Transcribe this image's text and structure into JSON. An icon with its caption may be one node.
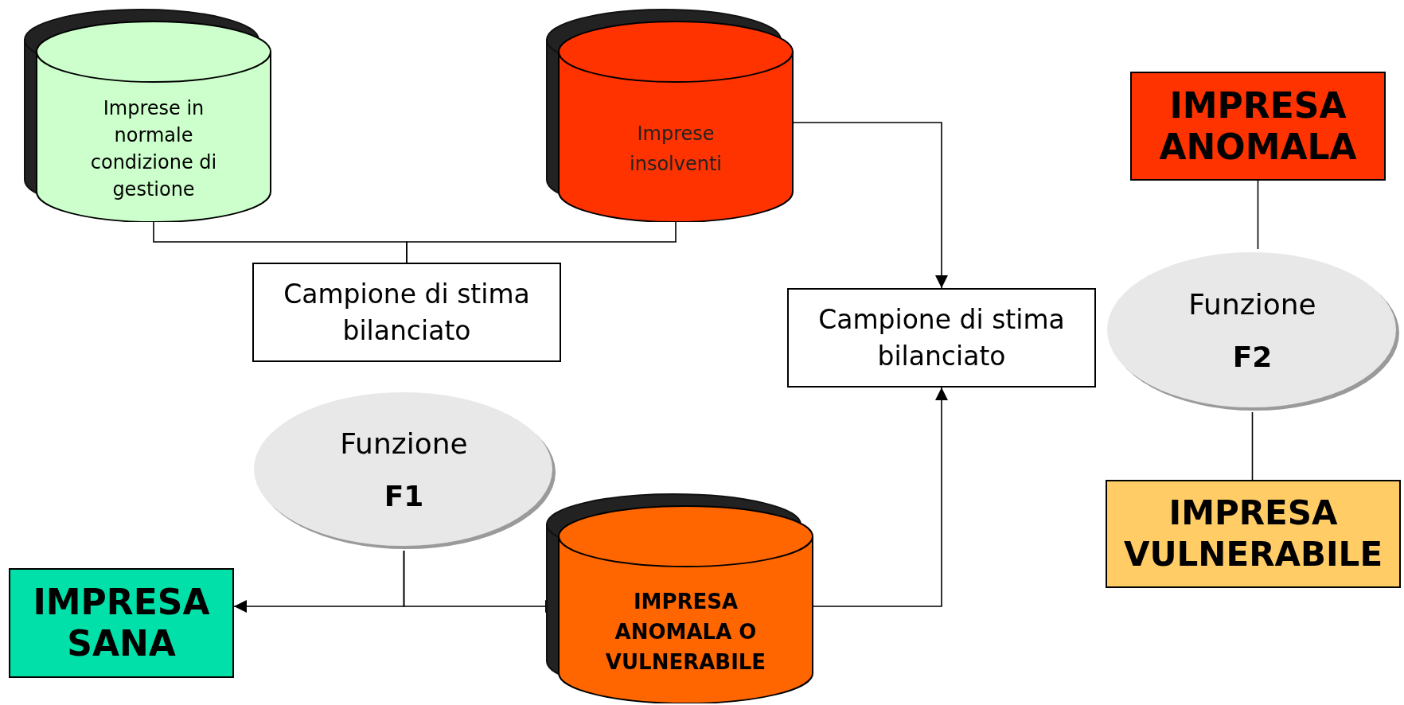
{
  "diagram": {
    "nodes": [
      {
        "text": [
          "Imprese in normale condizione di gestione"
        ]
      },
      {
        "text": [
          "Imprese insolventi"
        ]
      },
      {
        "text": [
          "IMPRESA ANOMALA"
        ]
      },
      {
        "text": [
          "Campione di stima bilanciato"
        ]
      },
      {
        "text": [
          "Campione di stima bilanciato"
        ]
      },
      {
        "text": [
          "Funzione",
          "F2"
        ]
      },
      {
        "text": [
          "Funzione",
          "F1"
        ]
      },
      {
        "text": [
          "IMPRESA VULNERABILE"
        ]
      },
      {
        "text": [
          "IMPRESA SANA"
        ]
      },
      {
        "text": [
          "IMPRESA ANOMALA O VULNERABILE"
        ]
      }
    ],
    "edges": [
      {
        "from": 0,
        "to": 3,
        "arrow": "none"
      },
      {
        "from": 1,
        "to": 3,
        "arrow": "none"
      },
      {
        "from": 1,
        "to": 4,
        "arrow": "to"
      },
      {
        "from": 9,
        "to": 4,
        "arrow": "to"
      },
      {
        "from": 6,
        "to": 8,
        "arrow": "to"
      },
      {
        "from": 6,
        "to": 9,
        "arrow": "to"
      },
      {
        "from": 2,
        "to": 5,
        "arrow": "none"
      },
      {
        "from": 5,
        "to": 7,
        "arrow": "none"
      }
    ]
  }
}
